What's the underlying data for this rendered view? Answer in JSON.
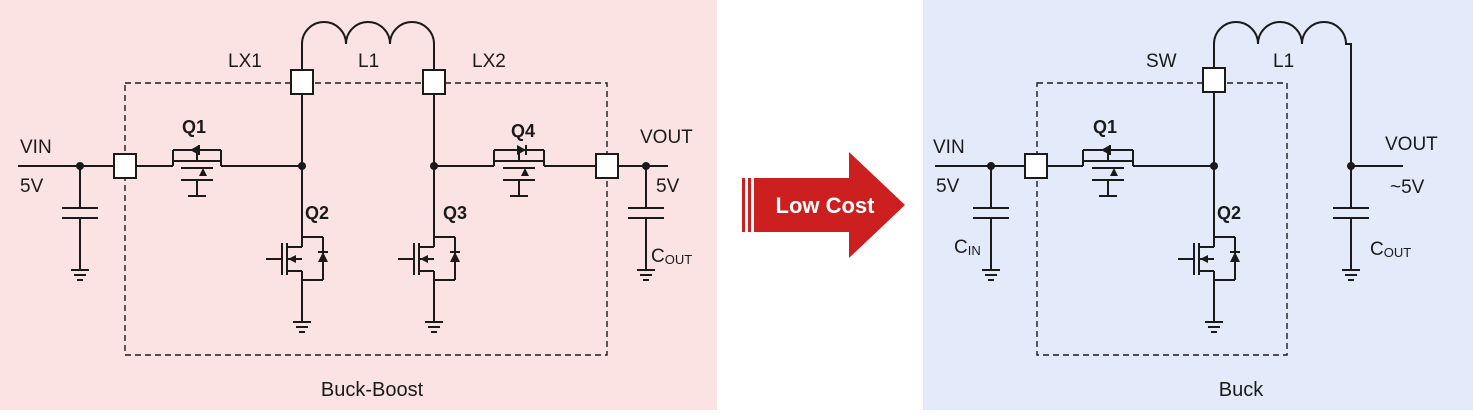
{
  "colors": {
    "buck_boost_bg": "#fbe3e3",
    "buck_bg": "#e3ebfb",
    "arrow": "#cc1f1f",
    "arrow_text": "#ffffff"
  },
  "buck_boost": {
    "caption": "Buck-Boost",
    "vin": "VIN",
    "vin_value": "5V",
    "vout": "VOUT",
    "vout_value": "5V",
    "lx1": "LX1",
    "lx2": "LX2",
    "inductor": "L1",
    "q1": "Q1",
    "q2": "Q2",
    "q3": "Q3",
    "q4": "Q4",
    "cout_main": "C",
    "cout_sub": "OUT"
  },
  "arrow": {
    "label": "Low Cost"
  },
  "buck": {
    "caption": "Buck",
    "vin": "VIN",
    "vin_value": "5V",
    "vout": "VOUT",
    "vout_value": "~5V",
    "sw": "SW",
    "inductor": "L1",
    "q1": "Q1",
    "q2": "Q2",
    "cin_main": "C",
    "cin_sub": "IN",
    "cout_main": "C",
    "cout_sub": "OUT"
  }
}
